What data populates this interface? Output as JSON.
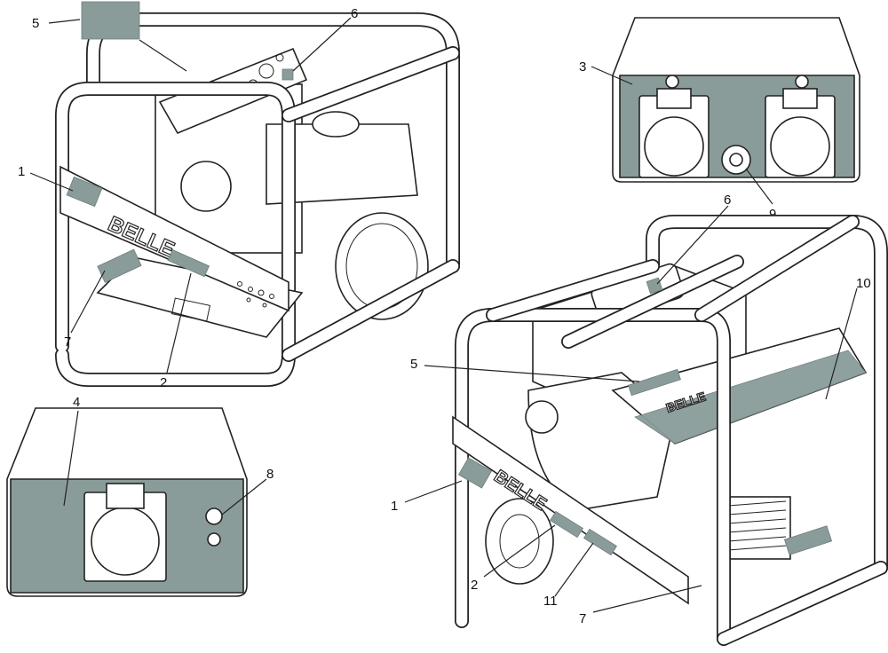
{
  "callouts": {
    "c1a": "1",
    "c2a": "2",
    "c5a": "5",
    "c6a": "6",
    "c7a": "7",
    "c3": "3",
    "c9": "9",
    "c4": "4",
    "c8": "8",
    "c6b": "6",
    "c10": "10",
    "c5b": "5",
    "c1b": "1",
    "c2b": "2",
    "c11": "11",
    "c7b": "7"
  },
  "brand": {
    "left": "BELLE",
    "right_plate": "BELLE",
    "right_top": "BELLE"
  },
  "colors": {
    "label_fill": "#8a9c9a",
    "line": "#222222"
  }
}
